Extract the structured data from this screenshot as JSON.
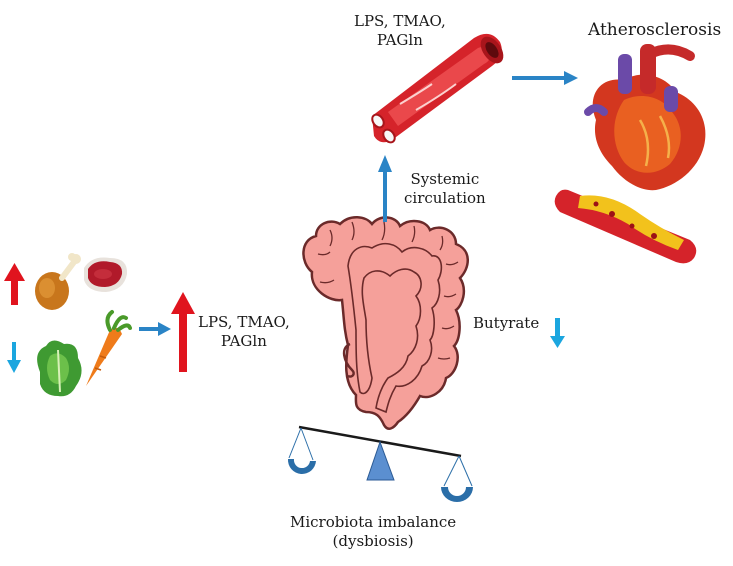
{
  "labels": {
    "vessel_metabolites_line1": "LPS, TMAO,",
    "vessel_metabolites_line2": "PAGln",
    "outcome": "Atherosclerosis",
    "circulation_line1": "Systemic",
    "circulation_line2": "circulation",
    "gut_metabolites_line1": "LPS, TMAO,",
    "gut_metabolites_line2": "PAGln",
    "butyrate": "Butyrate",
    "imbalance_line1": "Microbiota imbalance",
    "imbalance_line2": "(dysbiosis)"
  },
  "colors": {
    "increase_arrow": "#e0141e",
    "decrease_arrow": "#1ba6df",
    "flow_arrow": "#2a84c6",
    "colon_fill": "#f5a09a",
    "colon_stroke": "#6b2a2a",
    "vessel": "#d5232a",
    "scale_cup": "#2b6ea8",
    "scale_pivot": "#5b8fd0"
  },
  "icons": [
    "meat-icon",
    "chicken-leg-icon",
    "lettuce-icon",
    "carrot-icon",
    "blood-vessel-icon",
    "heart-icon",
    "plaque-artery-icon",
    "colon-icon",
    "balance-scale-icon"
  ]
}
